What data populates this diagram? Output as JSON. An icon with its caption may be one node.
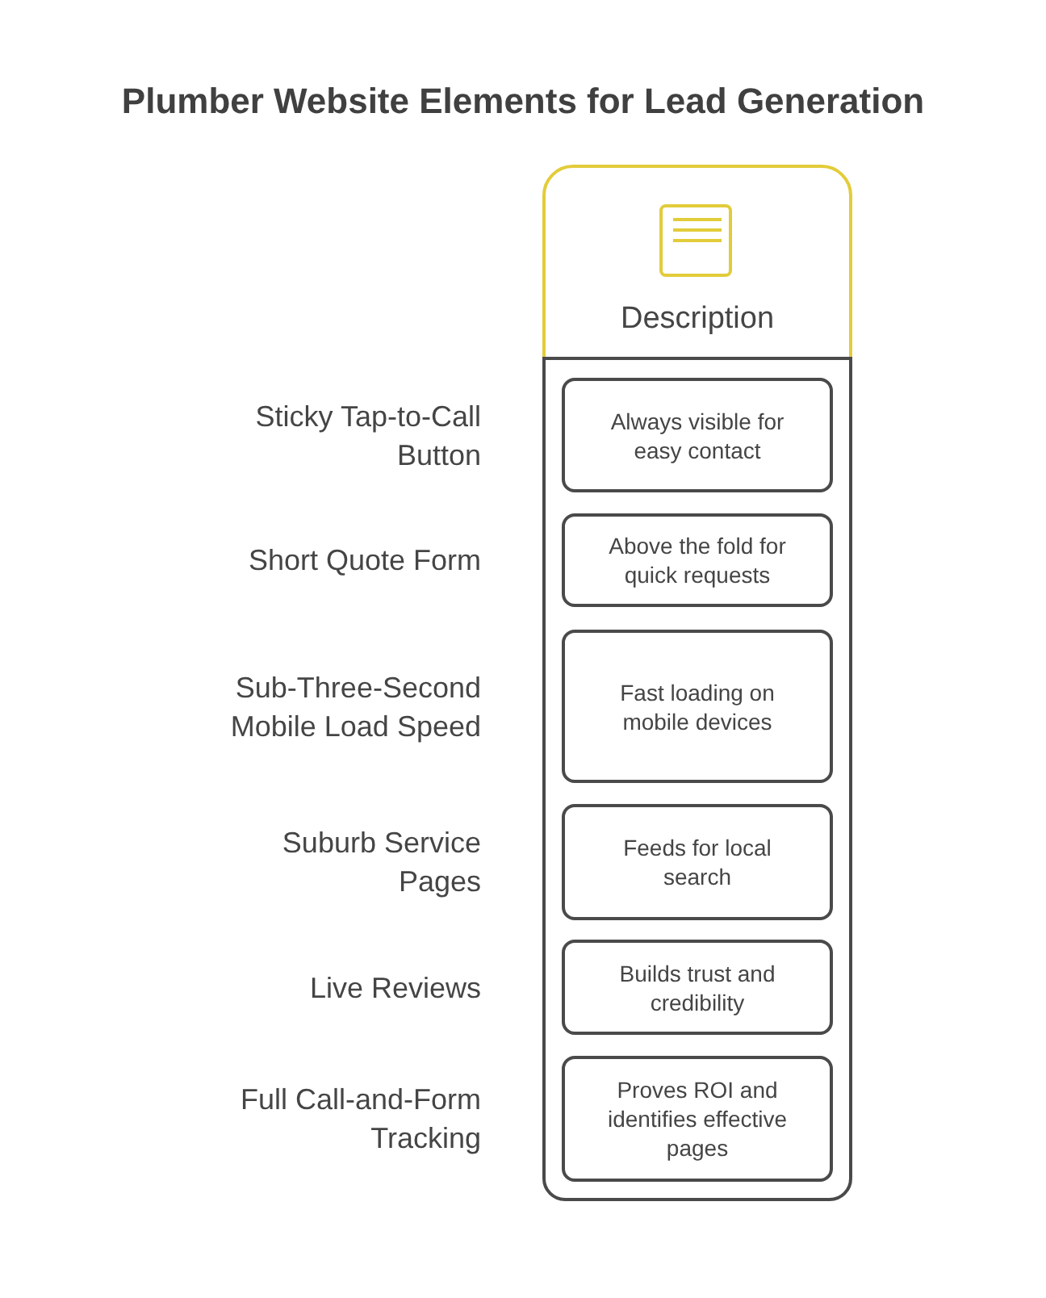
{
  "diagram": {
    "title": "Plumber Website Elements for Lead Generation",
    "nodes": [
      {
        "text": [
          "Description"
        ]
      },
      {
        "text": [
          "Always visible for easy contact"
        ],
        "in": 0,
        "beside": [
          "Sticky Tap-to-Call Button"
        ]
      },
      {
        "text": [
          "Above the fold for quick requests"
        ],
        "in": 0,
        "beside": [
          "Short Quote Form"
        ]
      },
      {
        "text": [
          "Fast loading on mobile devices"
        ],
        "in": 0,
        "beside": [
          "Sub-Three-Second Mobile Load Speed"
        ]
      },
      {
        "text": [
          "Feeds for local search"
        ],
        "in": 0,
        "beside": [
          "Suburb Service Pages"
        ]
      },
      {
        "text": [
          "Builds trust and credibility"
        ],
        "in": 0,
        "beside": [
          "Live Reviews"
        ]
      },
      {
        "text": [
          "Proves ROI and identifies effective pages"
        ],
        "in": 0,
        "beside": [
          "Full Call-and-Form Tracking"
        ]
      }
    ]
  }
}
